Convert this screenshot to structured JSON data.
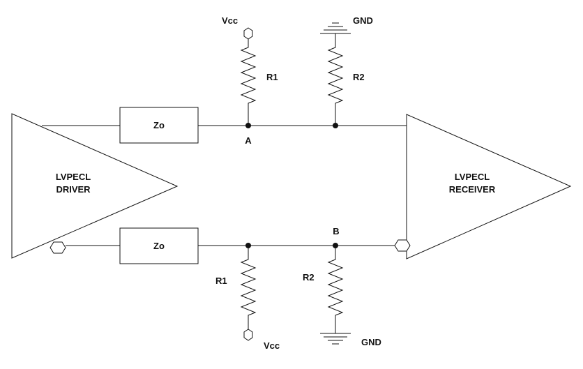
{
  "driver": {
    "line1": "LVPECL",
    "line2": "DRIVER"
  },
  "receiver": {
    "line1": "LVPECL",
    "line2": "RECEIVER"
  },
  "impedance": {
    "top": "Zo",
    "bottom": "Zo"
  },
  "nodes": {
    "a": "A",
    "b": "B"
  },
  "resistors": {
    "top_r1": "R1",
    "top_r2": "R2",
    "bottom_r1": "R1",
    "bottom_r2": "R2"
  },
  "supplies": {
    "top_vcc": "Vcc",
    "top_gnd": "GND",
    "bottom_vcc": "Vcc",
    "bottom_gnd": "GND"
  }
}
